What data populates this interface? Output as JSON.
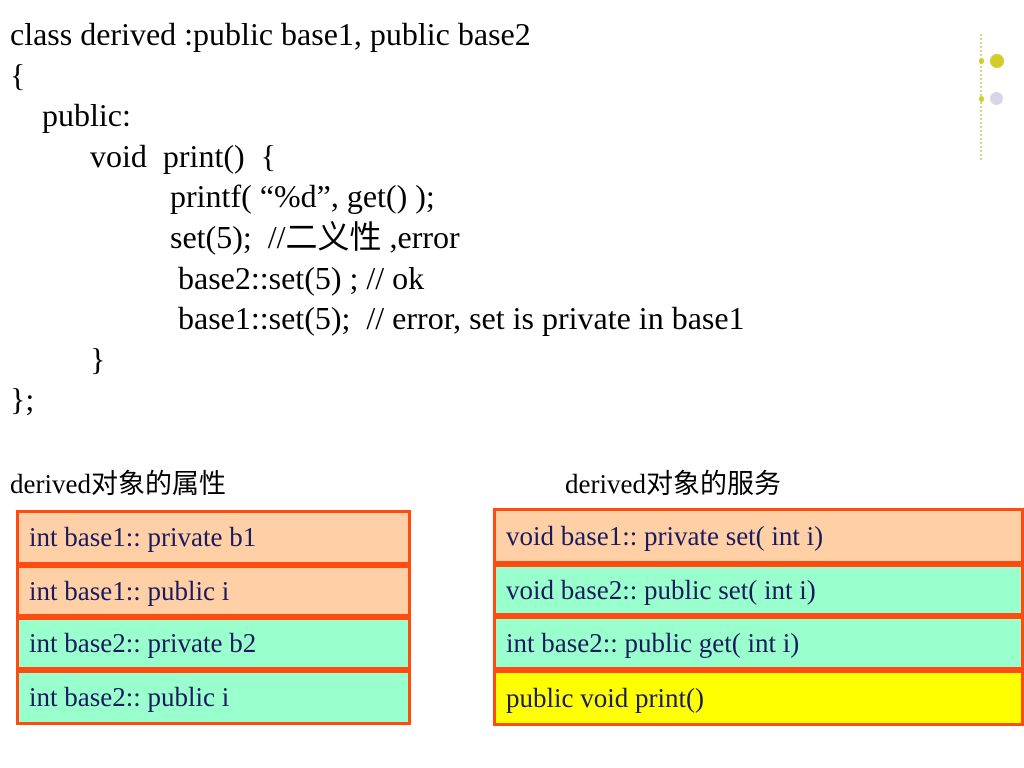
{
  "code_lines": [
    "class derived :public base1, public base2",
    "{",
    "    public:",
    "          void  print()  {",
    "                    printf( “%d”, get() );",
    "                    set(5);  //二义性 ,error",
    "                     base2::set(5) ; // ok",
    "                     base1::set(5);  // error, set is private in base1",
    "          }",
    "};"
  ],
  "attributes_title": "derived对象的属性",
  "services_title": "derived对象的服务",
  "attributes": [
    "int base1:: private b1",
    "int base1:: public i",
    "int base2:: private b2",
    "int base2:: public i"
  ],
  "services": [
    "void base1:: private set( int i)",
    "void base2:: public set( int i)",
    "int base2:: public get( int i)",
    "public void print()"
  ],
  "colors": {
    "border": "#ff4a10",
    "orange": "#ffd0a6",
    "green": "#99ffcc",
    "yellow": "#ffff00",
    "text": "#1a1a5e"
  }
}
